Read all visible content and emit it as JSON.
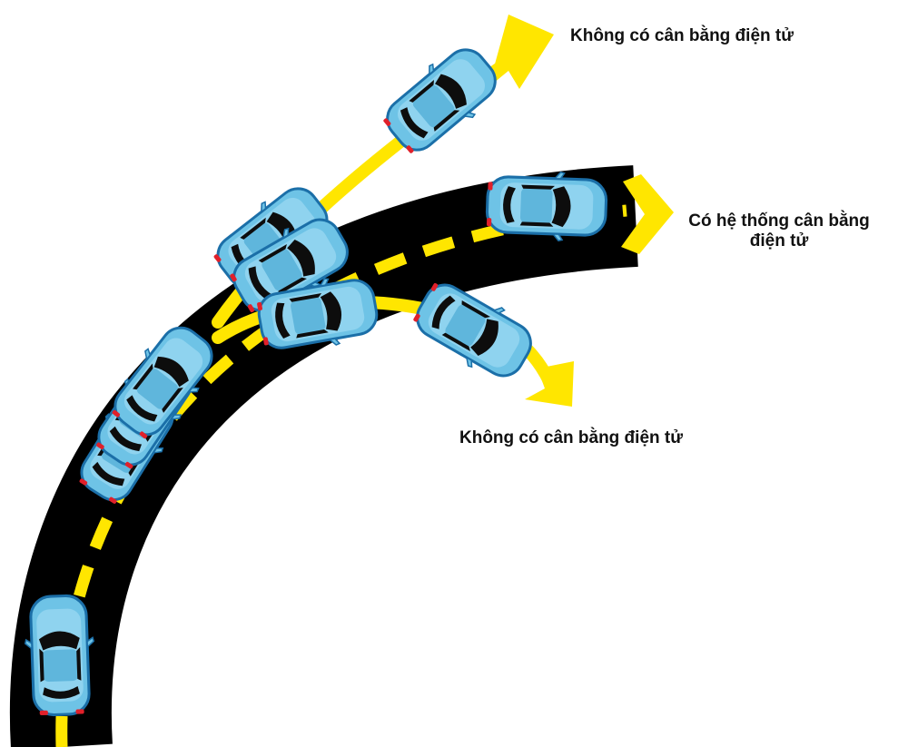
{
  "labels": {
    "without_esc_top": "Không có cân bằng điện tử",
    "with_esc": "Có hệ thống cân bằng điện tử",
    "without_esc_bottom": "Không có cân bằng điện tử"
  },
  "colors": {
    "road": "#000000",
    "lane_marking": "#ffe600",
    "car_body": "#6ec3e6",
    "car_outline": "#1b6fa8",
    "car_glass": "#0d0d0d",
    "tail_light": "#e0202a",
    "label_text": "#111111"
  },
  "icons": {
    "path_arrow": "arrow-right-icon",
    "car": "car-top-view-icon"
  }
}
